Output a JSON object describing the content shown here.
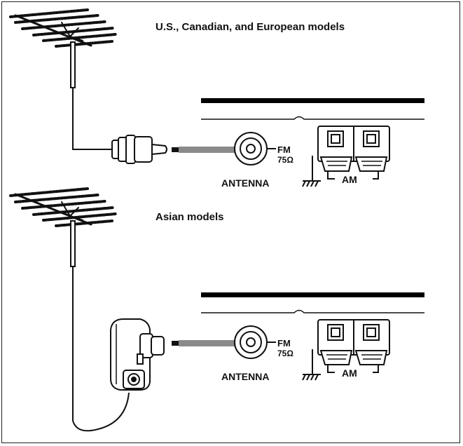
{
  "section_us": {
    "title": "U.S., Canadian, and European models"
  },
  "section_asian": {
    "title": "Asian models"
  },
  "jack_upper": {
    "fm_label": "FM",
    "impedance_label": "75Ω",
    "antenna_label": "ANTENNA",
    "am_label": "AM"
  },
  "jack_lower": {
    "fm_label": "FM",
    "impedance_label": "75Ω",
    "antenna_label": "ANTENNA",
    "am_label": "AM"
  },
  "colors": {
    "ink": "#111111",
    "arrow": "#8a8a8a",
    "panel_bar": "#000000"
  }
}
